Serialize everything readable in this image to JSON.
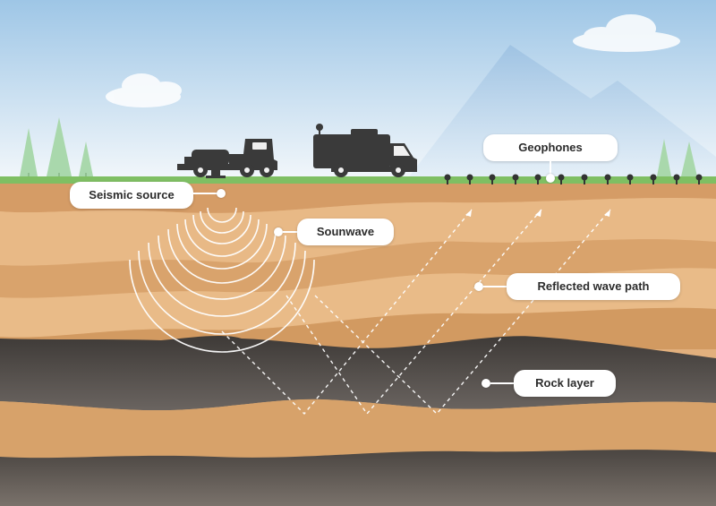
{
  "labels": {
    "seismic_source": "Seismic source",
    "soundwave": "Sounwave",
    "geophones": "Geophones",
    "reflected_wave_path": "Reflected wave path",
    "rock_layer": "Rock layer"
  },
  "colors": {
    "sky_top": "#9ec6e6",
    "sky_bottom": "#f2f7fb",
    "grass": "#7fbf63",
    "soil_light": "#e7b98a",
    "soil_mid": "#d49a62",
    "soil_dark": "#b9804d",
    "rock": "#4a4643",
    "vehicle": "#3a3a3a",
    "tree": "#9fd1a2"
  }
}
